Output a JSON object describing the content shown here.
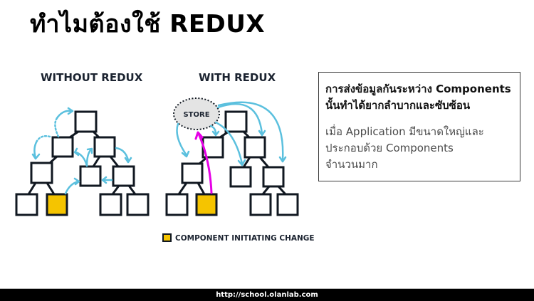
{
  "slide": {
    "title": "ทำไมต้องใช้ REDUX"
  },
  "diagrams": {
    "without": {
      "heading": "WITHOUT REDUX"
    },
    "with": {
      "heading": "WITH REDUX",
      "store_label": "STORE"
    },
    "legend": {
      "label": "COMPONENT INITIATING CHANGE",
      "swatch_color": "#f5c400"
    },
    "colors": {
      "flow_arrow": "#5bc0de",
      "dispatch_arrow": "#e600e6",
      "node_border": "#111821",
      "initiator_fill": "#f5c400",
      "store_fill": "#e4e4e4"
    }
  },
  "info_box": {
    "heading_lines": [
      "การส่งข้อมูลกันระหว่าง Components",
      "นั้นทำได้ยากลำบากและซับซ้อน"
    ],
    "body_lines": [
      "เมื่อ Application มีขนาดใหญ่และ",
      "ประกอบด้วย Components",
      "จำนวนมาก"
    ]
  },
  "footer": {
    "url": "http://school.olanlab.com"
  }
}
